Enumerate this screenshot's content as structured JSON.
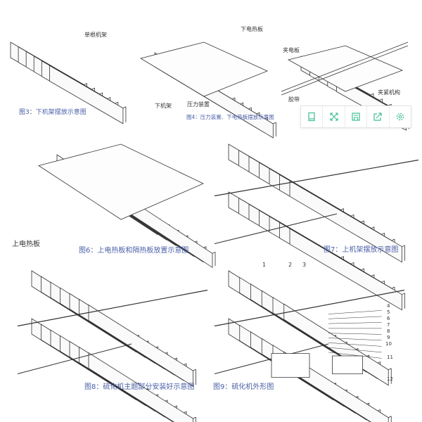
{
  "figures": [
    {
      "caption": "图3：下机架摆放示意图",
      "labels": [
        "单根机架"
      ]
    },
    {
      "caption": "图4：压力装置、下电热板摆放示意图",
      "labels": [
        "下电热板",
        "下机架",
        "压力装置"
      ]
    },
    {
      "caption": "",
      "labels": [
        "夹电板",
        "夹紧机构",
        "胶带"
      ]
    },
    {
      "caption": "图6：上电热板和隔热板放置示意图",
      "labels": [
        "上电热板"
      ]
    },
    {
      "caption": "图7：上机架摆放示意图",
      "labels": []
    },
    {
      "caption": "图8：硫化机主题部分安装好示意图",
      "labels": []
    },
    {
      "caption": "图9：硫化机外形图",
      "labels": [
        "1",
        "2",
        "3",
        "4",
        "5",
        "6",
        "7",
        "8",
        "9",
        "10",
        "11",
        "12"
      ]
    }
  ],
  "toolbar": {
    "accent": "#3dbf8f",
    "buttons": [
      "tablet-icon",
      "expand-icon",
      "save-icon",
      "share-icon",
      "settings-icon"
    ]
  }
}
